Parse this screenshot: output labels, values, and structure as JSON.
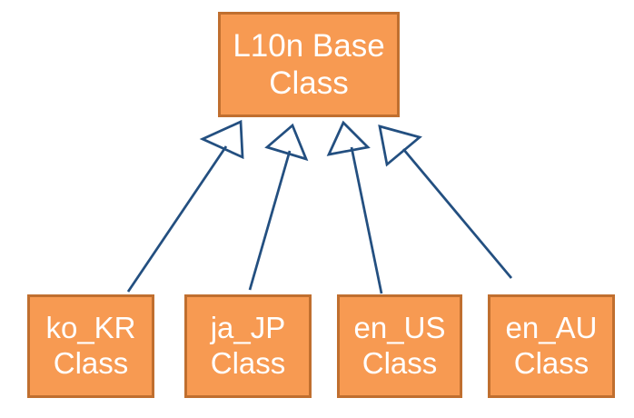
{
  "colors": {
    "box-fill": "#F79A52",
    "box-border": "#C06F2F",
    "box-text": "#FFFFFF",
    "arrow": "#234F80",
    "background": "#FFFFFF"
  },
  "base_class": {
    "label": "L10n Base Class",
    "lines": [
      "L10n Base",
      "Class"
    ]
  },
  "subclasses": [
    {
      "label": "ko_KR Class",
      "lines": [
        "ko_KR",
        "Class"
      ]
    },
    {
      "label": "ja_JP Class",
      "lines": [
        "ja_JP",
        "Class"
      ]
    },
    {
      "label": "en_US Class",
      "lines": [
        "en_US",
        "Class"
      ]
    },
    {
      "label": "en_AU Class",
      "lines": [
        "en_AU",
        "Class"
      ]
    }
  ]
}
